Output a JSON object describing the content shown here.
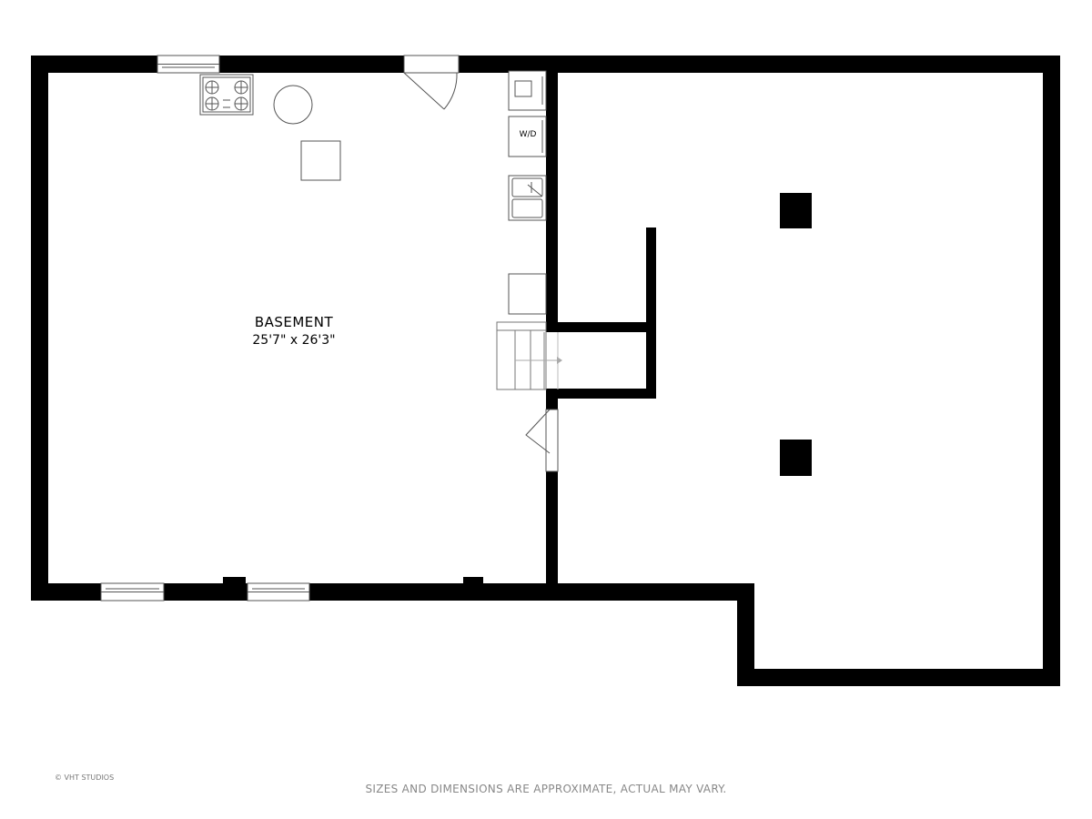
{
  "rooms": [
    {
      "name": "BASEMENT",
      "dimensions": "25'7\" x 26'3\""
    }
  ],
  "fixtures": {
    "washer_dryer_label": "W/D"
  },
  "footer": {
    "credit": "© VHT STUDIOS",
    "disclaimer": "SIZES AND DIMENSIONS ARE APPROXIMATE, ACTUAL MAY VARY."
  },
  "colors": {
    "wall": "#000000",
    "fixture_outline": "#555555",
    "background": "#ffffff"
  }
}
